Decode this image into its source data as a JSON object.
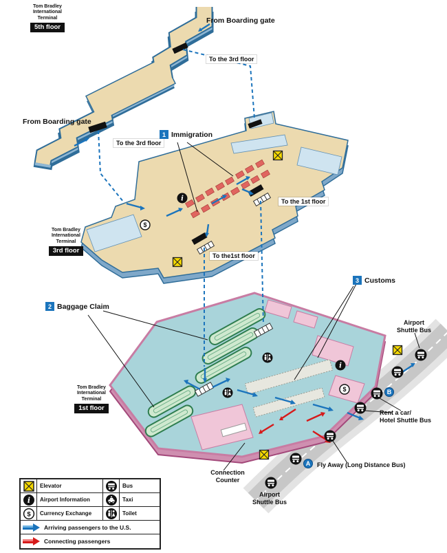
{
  "terminal": {
    "name_line1": "Tom Bradley",
    "name_line2": "International",
    "name_line3": "Terminal",
    "floor5_badge": "5th floor",
    "floor3_badge": "3rd floor",
    "floor1_badge": "1st floor"
  },
  "map_labels": {
    "from_boarding_gate_top": "From Boarding gate",
    "from_boarding_gate_left": "From Boarding gate",
    "to_3rd_floor_top": "To the 3rd floor",
    "to_3rd_floor_left": "To the 3rd floor",
    "to_1st_floor_right": "To the 1st floor",
    "to_1st_floor_bottom": "To the1st floor",
    "immigration_number": "1",
    "immigration_label": "Immigration",
    "baggage_number": "2",
    "baggage_label": "Baggage Claim",
    "customs_number": "3",
    "customs_label": "Customs",
    "connection_counter_line1": "Connection",
    "connection_counter_line2": "Counter",
    "airport_shuttle_top_line1": "Airport",
    "airport_shuttle_top_line2": "Shuttle Bus",
    "airport_shuttle_bottom_line1": "Airport",
    "airport_shuttle_bottom_line2": "Shuttle Bus",
    "rent_car_line1": "Rent a car/",
    "rent_car_line2": "Hotel Shuttle Bus",
    "fly_away": "Fly Away (Long Distance Bus)",
    "bus_stop_a": "A",
    "bus_stop_b": "B"
  },
  "icons": {
    "info_glyph": "i",
    "currency_glyph": "$"
  },
  "legend": {
    "elevator": "Elevator",
    "bus": "Bus",
    "airport_information": "Airport Information",
    "taxi": "Taxi",
    "currency_exchange": "Currency Exchange",
    "toilet": "Toilet",
    "arriving": "Arriving passengers to the U.S.",
    "connecting": "Connecting passengers"
  },
  "colors": {
    "upper_floor_fill": "#ecdaaf",
    "first_floor_fill": "#a9d4da",
    "wall_blue": "#2f6d99",
    "wall_pink": "#c87ca3",
    "arriving_arrow": "#1b74bc",
    "connecting_arrow": "#d61a1a",
    "elevator_yellow": "#f6d900",
    "carousel_green": "#2e7d4f",
    "road_gray": "#c7c7c7"
  }
}
